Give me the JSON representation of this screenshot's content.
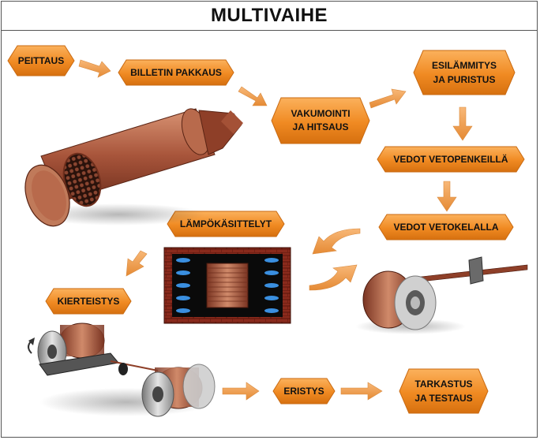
{
  "title": "MULTIVAIHE",
  "steps": {
    "s1": "PEITTAUS",
    "s2": "BILLETIN PAKKAUS",
    "s3a": "VAKUMOINTI",
    "s3b": "JA HITSAUS",
    "s4a": "ESILÄMMITYS",
    "s4b": "JA PURISTUS",
    "s5": "VEDOT VETOPENKEILLÄ",
    "s6": "VEDOT VETOKELALLA",
    "s7": "LÄMPÖKÄSITTELYT",
    "s8": "KIERTEISTYS",
    "s9": "ERISTYS",
    "s10a": "TARKASTUS",
    "s10b": "JA TESTAUS"
  },
  "colors": {
    "badge": "#f0902a",
    "badge_edge": "#c96a12",
    "arrow": "#f3a04e",
    "copper": "#b8654a",
    "brick": "#8a2a1c",
    "flame": "#3a8fe0"
  }
}
